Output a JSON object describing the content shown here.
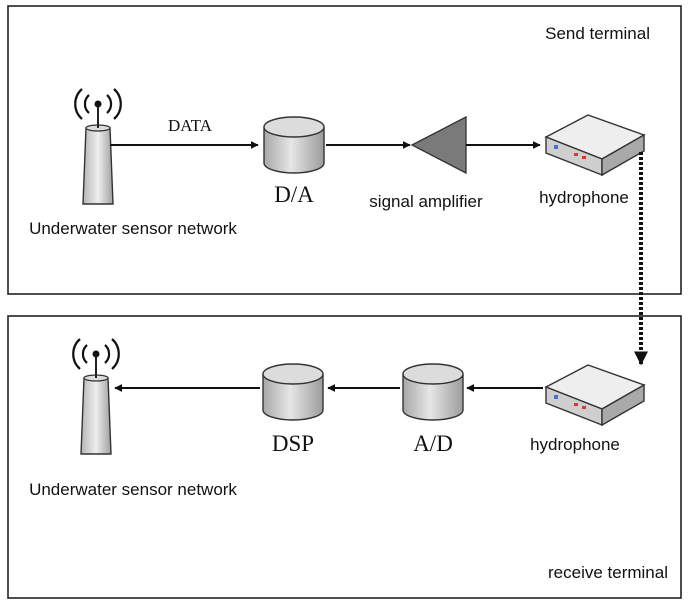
{
  "send_terminal": {
    "title": "Send terminal",
    "data_label": "DATA",
    "sensor_label": "Underwater sensor network",
    "da_label": "D/A",
    "amplifier_label": "signal amplifier",
    "hydrophone_label": "hydrophone"
  },
  "receive_terminal": {
    "title": "receive terminal",
    "sensor_label": "Underwater sensor network",
    "dsp_label": "DSP",
    "ad_label": "A/D",
    "hydrophone_label": "hydrophone"
  },
  "icons": {
    "sensor": "antenna-tower-icon",
    "converter": "cylinder-icon",
    "amplifier": "triangle-amplifier-icon",
    "hydrophone": "hydrophone-box-icon"
  },
  "colors": {
    "line": "#111111",
    "cylinder_fill": "#d2d2d2",
    "amplifier_fill": "#7a7a7a",
    "device_fill": "#e4e4e4"
  }
}
